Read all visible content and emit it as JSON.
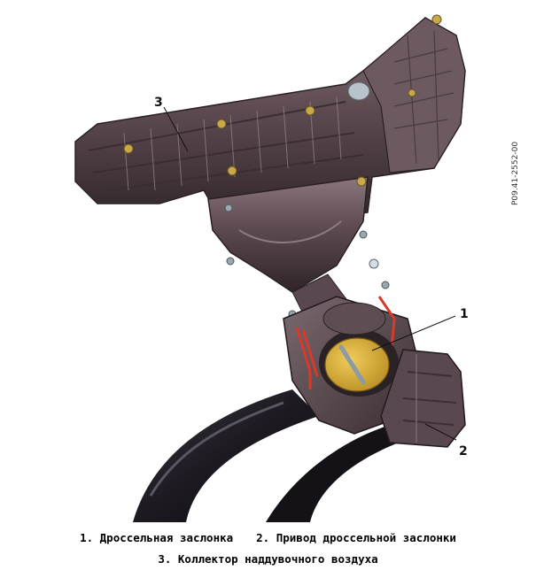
{
  "figure": {
    "part_code": "P09.41-2552-00",
    "callouts": [
      {
        "num": "1"
      },
      {
        "num": "2"
      },
      {
        "num": "3"
      }
    ]
  },
  "caption": {
    "items": [
      "1. Дроссельная заслонка",
      "2. Привод дроссельной заслонки",
      "3. Коллектор наддувочного воздуха"
    ]
  },
  "colors": {
    "manifold": "#4a3b40",
    "manifold_highlight": "#7a666c",
    "intake_hose": "#1c1a20",
    "throttle_plate": "#d9b13a",
    "cutaway_red": "#d63a2a",
    "bolt_gold": "#c9a84a",
    "bolt_silver": "#9aa6b0"
  }
}
